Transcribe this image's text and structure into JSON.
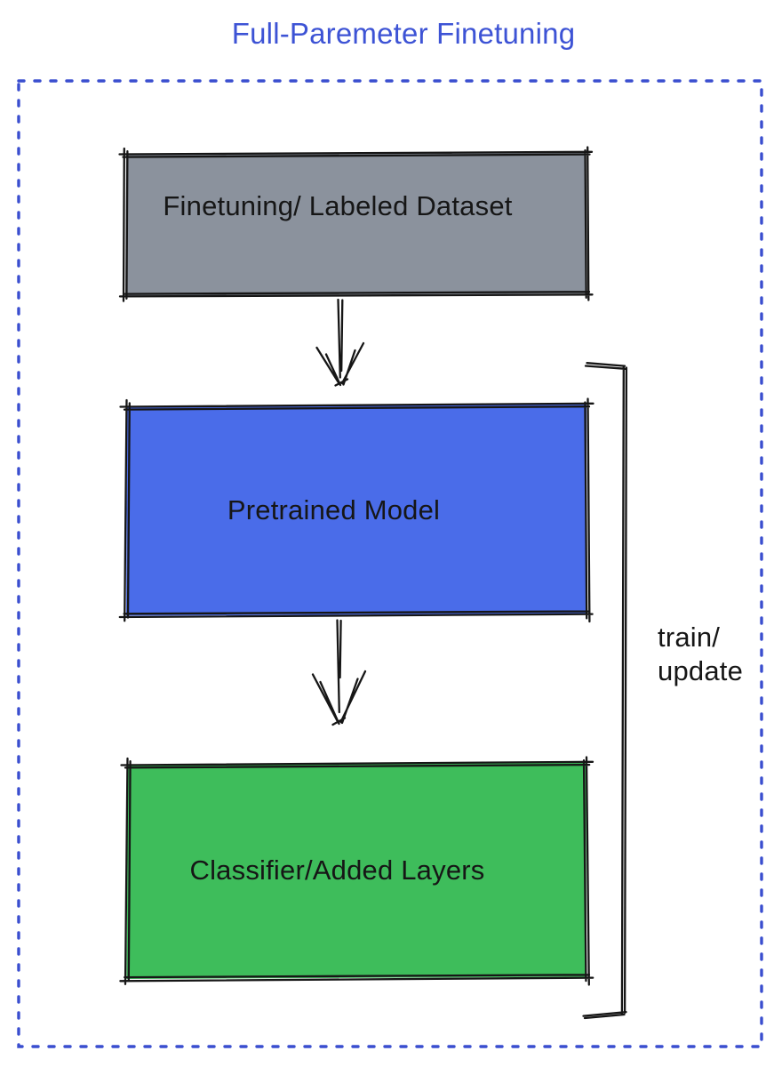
{
  "title": {
    "text": "Full-Paremeter Finetuning",
    "color": "#3D53D5"
  },
  "border": {
    "color": "#3A4ECF",
    "style": "dotted"
  },
  "ink": "#161616",
  "boxes": [
    {
      "id": "finetuning-dataset",
      "label": "Finetuning/ Labeled Dataset",
      "fill": "#8B929D"
    },
    {
      "id": "pretrained-model",
      "label": "Pretrained Model",
      "fill": "#4A6CE9"
    },
    {
      "id": "classifier-added-layers",
      "label": "Classifier/Added Layers",
      "fill": "#3EBD5B"
    }
  ],
  "connections": [
    {
      "from": "finetuning-dataset",
      "to": "pretrained-model",
      "type": "arrow"
    },
    {
      "from": "pretrained-model",
      "to": "classifier-added-layers",
      "type": "arrow"
    }
  ],
  "bracket": {
    "label_lines": [
      "train/",
      "update"
    ],
    "spans": [
      "pretrained-model",
      "classifier-added-layers"
    ]
  }
}
